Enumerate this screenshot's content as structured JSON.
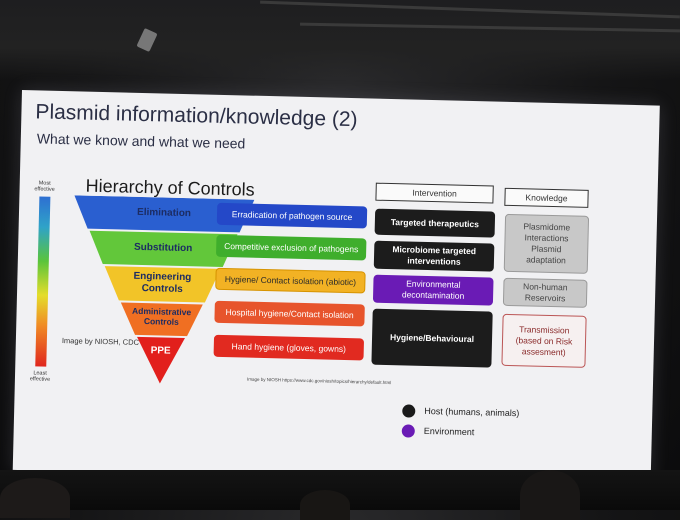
{
  "slide": {
    "title": "Plasmid information/knowledge (2)",
    "subtitle": "What we know and what we need",
    "hierarchy_title": "Hierarchy of Controls",
    "scale_top": "Most effective",
    "scale_bottom": "Least effective",
    "image_credit": "Image by NIOSH, CDC",
    "small_credit": "Image by NIOSH  https://www.cdc.gov/niosh/topics/hierarchy/default.html"
  },
  "pyramid": [
    "Elimination",
    "Substitution",
    "Engineering Controls",
    "Administrative Controls",
    "PPE"
  ],
  "controls": [
    "Erradication of pathogen source",
    "Competitive exclusion of pathogens",
    "Hygiene/ Contact isolation (abiotic)",
    "Hospital hygiene/Contact isolation",
    "Hand hygiene (gloves, gowns)"
  ],
  "headers": {
    "intervention": "Intervention",
    "knowledge": "Knowledge"
  },
  "interventions": [
    "Targeted therapeutics",
    "Microbiome targeted interventions",
    "Environmental decontamination",
    "Hygiene/Behavioural"
  ],
  "knowledge": [
    "Plasmidome Interactions Plasmid adaptation",
    "Non-human Reservoirs",
    "Transmission (based on Risk assesment)"
  ],
  "legend": [
    {
      "label": "Host (humans, animals)",
      "color": "#1a1a1a"
    },
    {
      "label": "Environment",
      "color": "#6a1bb5"
    }
  ]
}
